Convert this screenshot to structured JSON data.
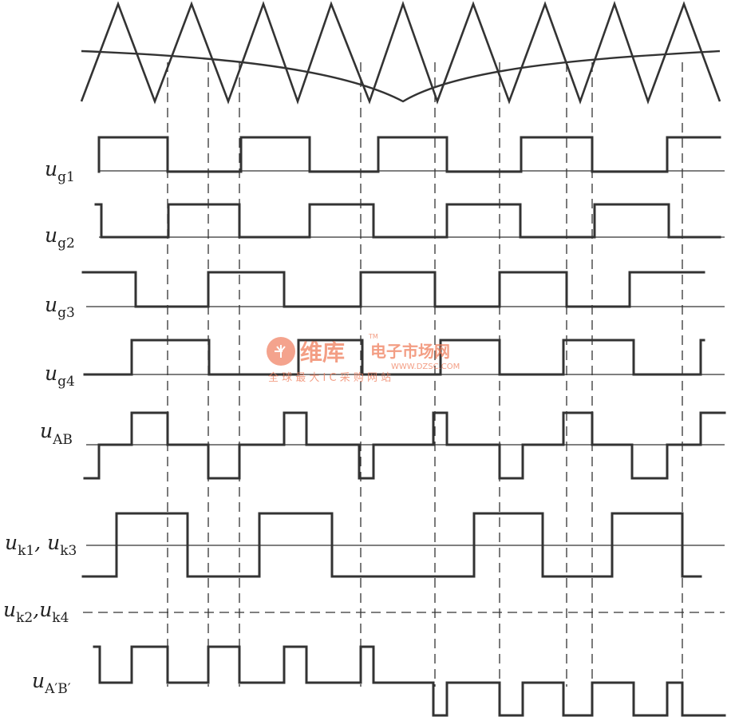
{
  "signals": [
    {
      "id": "ug1",
      "main": "u",
      "sub": "g1"
    },
    {
      "id": "ug2",
      "main": "u",
      "sub": "g2"
    },
    {
      "id": "ug3",
      "main": "u",
      "sub": "g3"
    },
    {
      "id": "ug4",
      "main": "u",
      "sub": "g4"
    },
    {
      "id": "uAB",
      "main": "u",
      "sub": "AB"
    },
    {
      "id": "uk13",
      "main": "u",
      "sub": "k1",
      "sep": ", ",
      "main2": "u",
      "sub2": "k3"
    },
    {
      "id": "uk24",
      "main": "u",
      "sub": "k2",
      "sep": ",",
      "main2": "u",
      "sub2": "k4"
    },
    {
      "id": "uApBp",
      "main": "u",
      "sub": "A′B′"
    }
  ],
  "watermark": {
    "brand": "维库",
    "site": "电子市场网",
    "tm": "TM",
    "url": "WWW.DZSC.COM",
    "slogan": "全 球 最 大 I C 采 购 网 站",
    "brand_color": "#f08060"
  }
}
